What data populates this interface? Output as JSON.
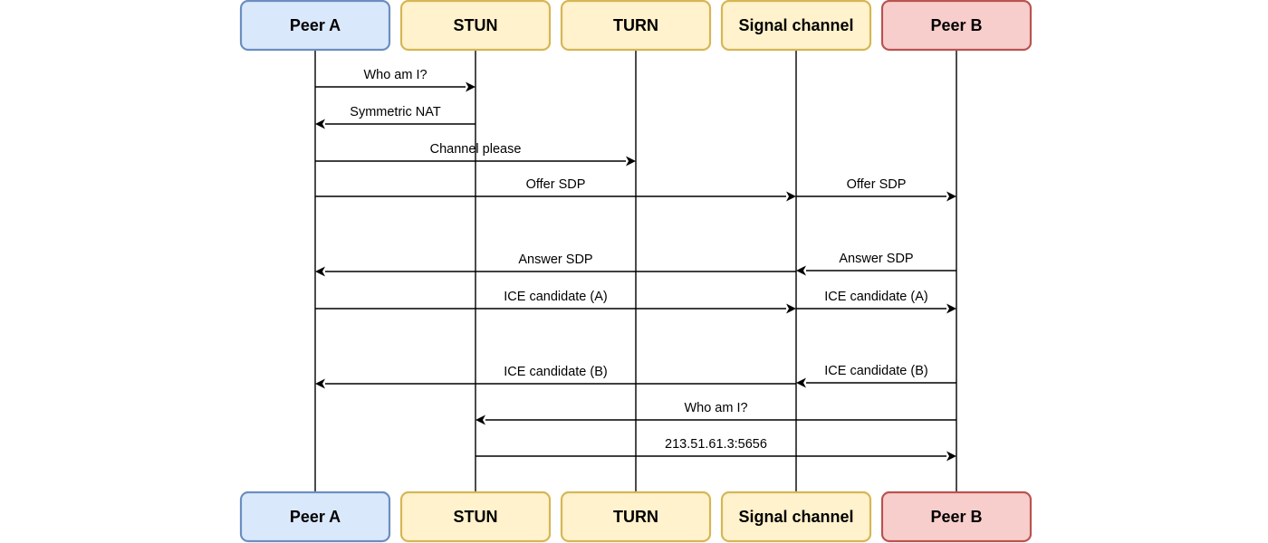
{
  "colors": {
    "peer_a_fill": "#dae8fc",
    "peer_a_stroke": "#6c8ebf",
    "server_fill": "#fff2cc",
    "server_stroke": "#d6b656",
    "peer_b_fill": "#f8cecc",
    "peer_b_stroke": "#b85450",
    "line": "#000000"
  },
  "actors": [
    {
      "id": "peer_a",
      "label": "Peer A",
      "style": "peer_a"
    },
    {
      "id": "stun",
      "label": "STUN",
      "style": "server"
    },
    {
      "id": "turn",
      "label": "TURN",
      "style": "server"
    },
    {
      "id": "signal",
      "label": "Signal channel",
      "style": "server"
    },
    {
      "id": "peer_b",
      "label": "Peer B",
      "style": "peer_b"
    }
  ],
  "messages": [
    {
      "from": "peer_a",
      "to": "stun",
      "label": "Who am I?"
    },
    {
      "from": "stun",
      "to": "peer_a",
      "label": "Symmetric NAT"
    },
    {
      "from": "peer_a",
      "to": "turn",
      "label": "Channel please"
    },
    {
      "from": "peer_a",
      "to": "signal",
      "label": "Offer SDP"
    },
    {
      "from": "signal",
      "to": "peer_b",
      "label": "Offer SDP"
    },
    {
      "from": "signal",
      "to": "peer_a",
      "label": "Answer SDP"
    },
    {
      "from": "peer_b",
      "to": "signal",
      "label": "Answer SDP"
    },
    {
      "from": "peer_a",
      "to": "signal",
      "label": "ICE candidate (A)"
    },
    {
      "from": "signal",
      "to": "peer_b",
      "label": "ICE candidate (A)"
    },
    {
      "from": "signal",
      "to": "peer_a",
      "label": "ICE candidate (B)"
    },
    {
      "from": "peer_b",
      "to": "signal",
      "label": "ICE candidate (B)"
    },
    {
      "from": "peer_b",
      "to": "stun",
      "label": "Who am I?"
    },
    {
      "from": "stun",
      "to": "peer_b",
      "label": "213.51.61.3:5656"
    }
  ]
}
